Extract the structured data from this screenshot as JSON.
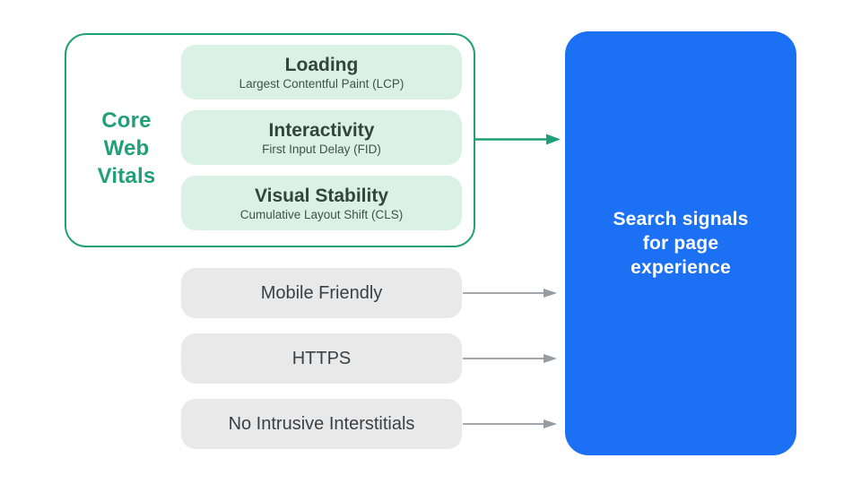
{
  "colors": {
    "green": "#21a077",
    "green_light": "#d9f2e5",
    "green_title": "#33443e",
    "gray_box": "#e9e9e9",
    "gray_text": "#3c4043",
    "gray_arrow": "#949ba1",
    "blue": "#1b70f4",
    "white": "#ffffff",
    "background": "#ffffff"
  },
  "diagram": {
    "core_web_vitals": {
      "label": "Core Web Vitals",
      "label_lines": [
        "Core",
        "Web",
        "Vitals"
      ],
      "metrics": [
        {
          "title": "Loading",
          "subtitle": "Largest Contentful Paint (LCP)"
        },
        {
          "title": "Interactivity",
          "subtitle": "First Input Delay (FID)"
        },
        {
          "title": "Visual Stability",
          "subtitle": "Cumulative Layout Shift (CLS)"
        }
      ]
    },
    "other_signals": [
      {
        "label": "Mobile Friendly"
      },
      {
        "label": "HTTPS"
      },
      {
        "label": "No Intrusive Interstitials"
      }
    ],
    "result": {
      "label": "Search signals for page experience",
      "label_lines": [
        "Search signals",
        "for page",
        "experience"
      ]
    }
  }
}
